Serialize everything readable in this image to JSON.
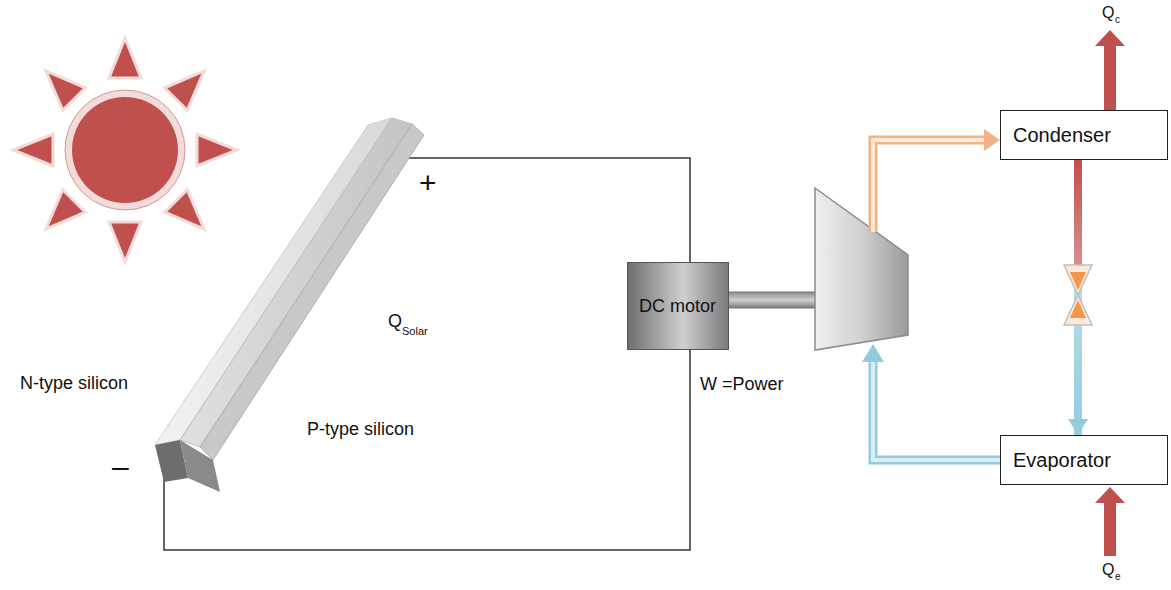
{
  "diagram": {
    "nodes": [
      {
        "text": [
          "DC motor"
        ]
      },
      {
        "text": [
          "Condenser"
        ]
      },
      {
        "text": [
          "Evaporator"
        ]
      }
    ],
    "edges": [
      {
        "from": 1,
        "to": 2,
        "arrow": "to"
      }
    ],
    "labels": [
      "+",
      "–",
      "N-type silicon",
      "Q",
      "Solar",
      "P-type silicon",
      "W =Power",
      "Q",
      "c",
      "Q",
      "e"
    ]
  }
}
